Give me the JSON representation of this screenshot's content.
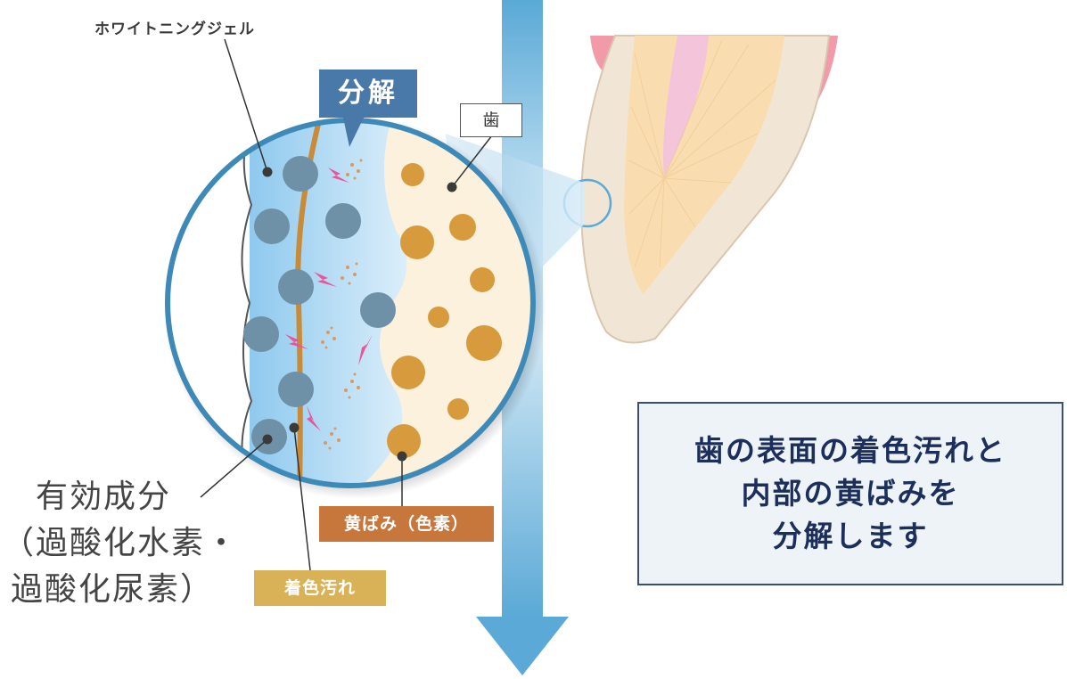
{
  "labels": {
    "gel": "ホワイトニングジェル",
    "decompose": "分解",
    "tooth": "歯",
    "active_line1": "有効成分",
    "active_line2": "（過酸化水素・",
    "active_line3": "過酸化尿素）",
    "yellowing": "黄ばみ（色素）",
    "stain": "着色汚れ"
  },
  "info_box": {
    "line1": "歯の表面の着色汚れと",
    "line2": "内部の黄ばみを",
    "line3": "分解します"
  },
  "colors": {
    "gel_blue": "#5aa6d3",
    "ring": "#3d8ab9",
    "stain_line": "#c98a3a",
    "pigment": "#d79a3c",
    "particle": "#6f91a8",
    "spark": "#e8559a",
    "tag_yellowing": "#c7763c",
    "tag_stain": "#d9b257",
    "tag_decompose": "#4979a8",
    "info_text": "#1c2f5c"
  }
}
